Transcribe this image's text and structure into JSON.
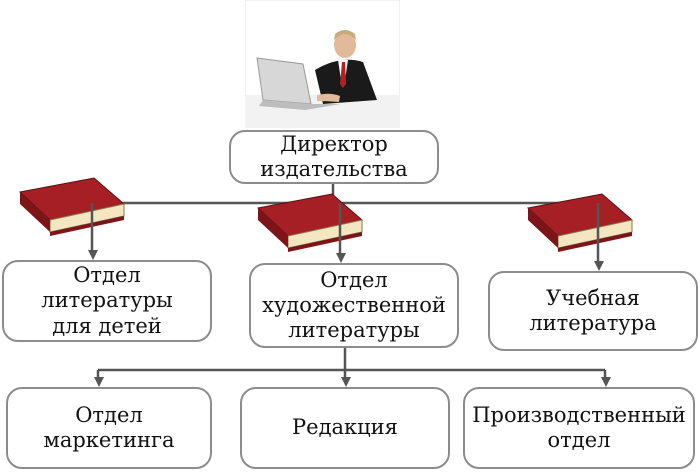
{
  "diagram": {
    "director": "Директор\nиздательства",
    "departments": [
      "Отдел литературы\nдля детей",
      "Отдел\nхудожественной\nлитературы",
      "Учебная\nлитература"
    ],
    "subunits": [
      "Отдел маркетинга",
      "Редакция",
      "Производственный\nотдел"
    ]
  },
  "colors": {
    "box_border": "#8c8c8c",
    "connector": "#555555",
    "book_cover": "#8b1a1a",
    "book_pages": "#f3e6c0"
  },
  "icons": {
    "director_photo": "businessman-at-laptop-icon",
    "books": "red-book-icon"
  }
}
